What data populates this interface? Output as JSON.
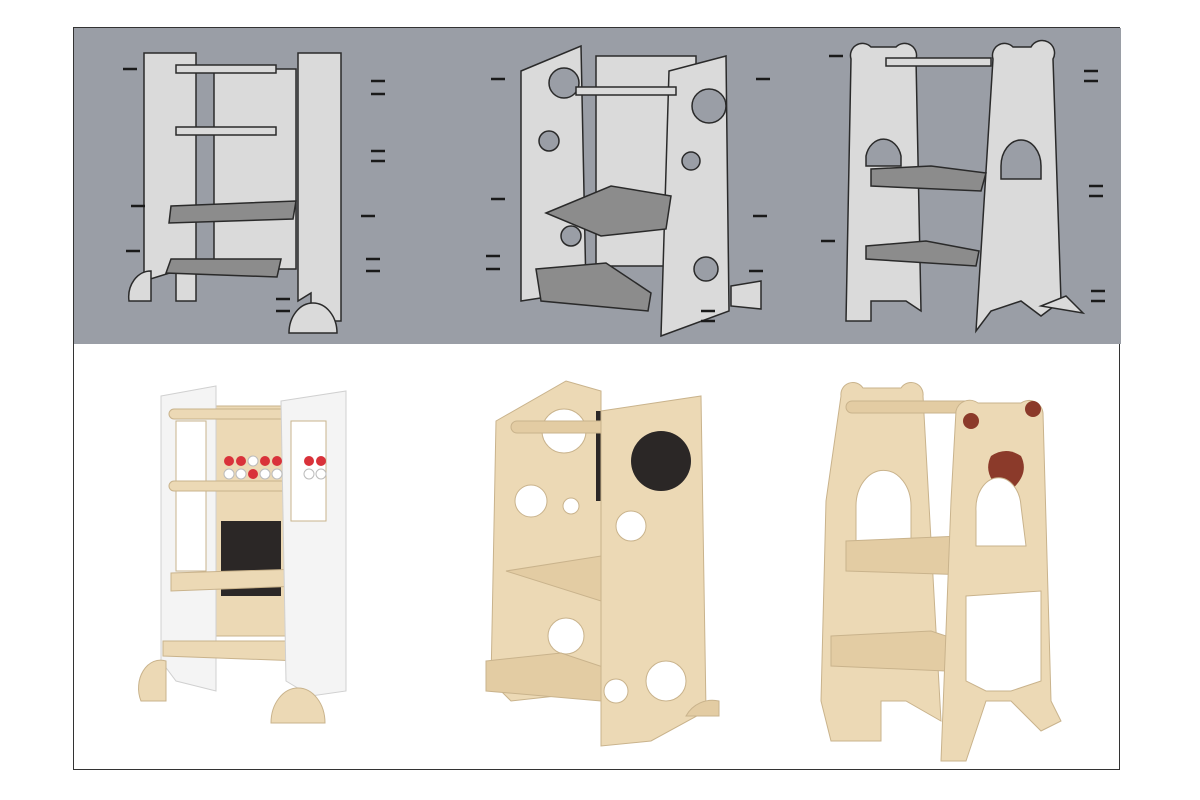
{
  "colors": {
    "diagram_background": "#9a9ea6",
    "diagram_panel": "#d9d9d9",
    "diagram_outline": "#2a2a2a",
    "white_paint": "#f4f4f4",
    "plywood": "#ecd9b5",
    "plywood_dark": "#d8c098",
    "chalkboard": "#2b2726",
    "abacus_red": "#d9323a",
    "bear_brown": "#8b3a2a"
  },
  "panels": [
    {
      "label": "",
      "variant": "abacus learning tower"
    },
    {
      "label": "",
      "variant": "circles learning tower"
    },
    {
      "label": "",
      "variant": "bear learning tower"
    }
  ]
}
